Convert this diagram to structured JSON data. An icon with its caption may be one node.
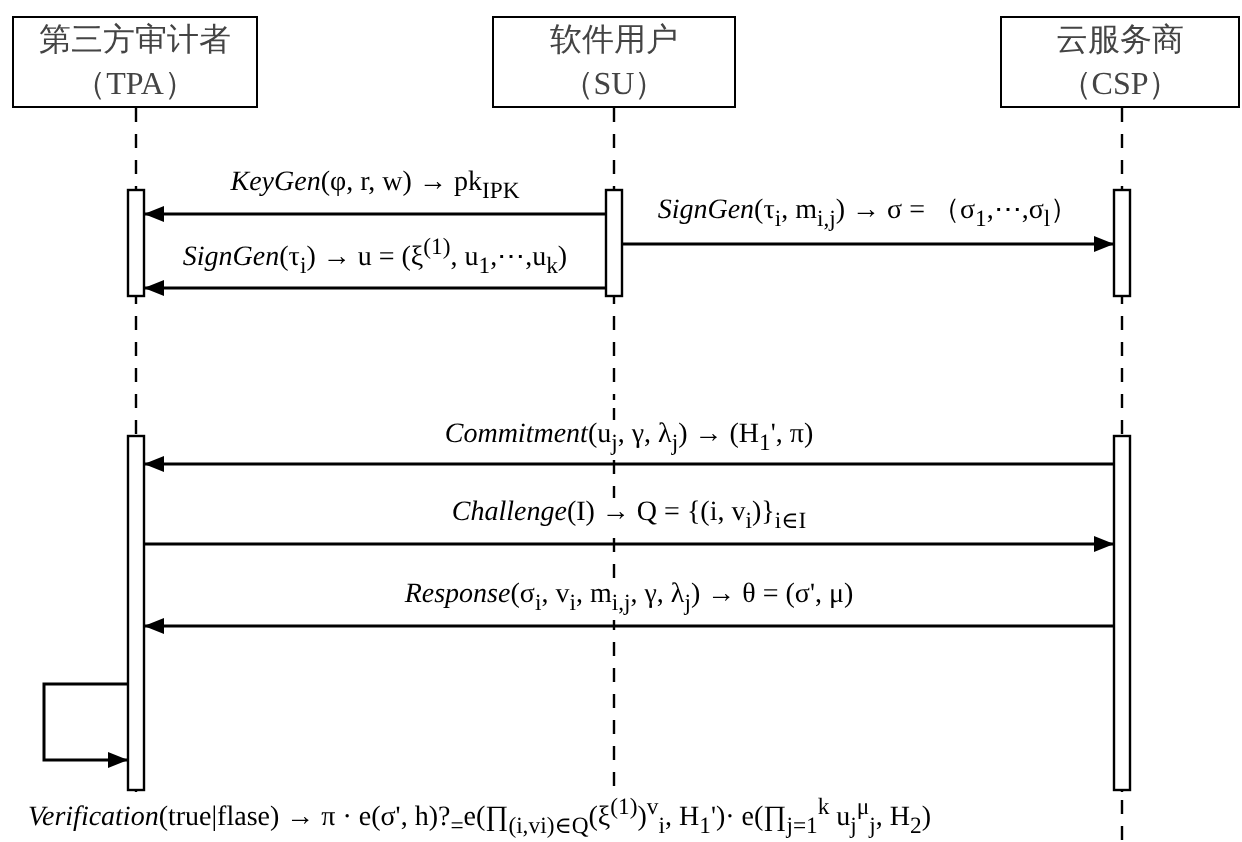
{
  "diagram": {
    "nodes": [
      {
        "text": [
          "第三方审计者",
          "（TPA）"
        ]
      },
      {
        "text": [
          "软件用户",
          "（SU）"
        ]
      },
      {
        "text": [
          "云服务商",
          "（CSP）"
        ]
      }
    ],
    "edges": [
      {
        "from": 1,
        "to": 0,
        "arrow": "to",
        "label": "*KeyGen*(φ, r, w) → pk$_{IPK}$"
      },
      {
        "from": 1,
        "to": 2,
        "arrow": "to",
        "label": "*SignGen*(τ$_{i}$, m$_{i,j}$) → σ = （σ$_{1}$,⋯,σ$_{l}$）"
      },
      {
        "from": 1,
        "to": 0,
        "arrow": "to",
        "label": "*SignGen*(τ$_{i}$) → u = (ξ$^{(1)}$, u$_{1}$,⋯,u$_{k}$)"
      },
      {
        "from": 2,
        "to": 0,
        "arrow": "to",
        "label": "*Commitment*(u$_{j}$, γ, λ$_{j}$) → (H$_{1}$', π)"
      },
      {
        "from": 0,
        "to": 2,
        "arrow": "to",
        "label": "*Challenge*(I) → Q = {(i, v$_{i}$)}$_{i∈I}$"
      },
      {
        "from": 2,
        "to": 0,
        "arrow": "to",
        "label": "*Response*(σ$_{i}$, v$_{i}$, m$_{i,j}$, γ, λ$_{j}$) → θ = (σ', μ)"
      },
      {
        "from": 0,
        "to": 0,
        "arrow": "to",
        "label": "*Verification*(true|flase) → π · e(σ', h)?$_{=}$e(∏$_{(i,v}$$_{i}$$_{)∈Q}$(ξ$^{(1)}$)$^{v}$$_{i}$, H$_{1}$')· e(∏$_{j=1}$$^{k}$ u$_{j}$$^{μ}$$_{j}$, H$_{2}$)"
      }
    ]
  }
}
